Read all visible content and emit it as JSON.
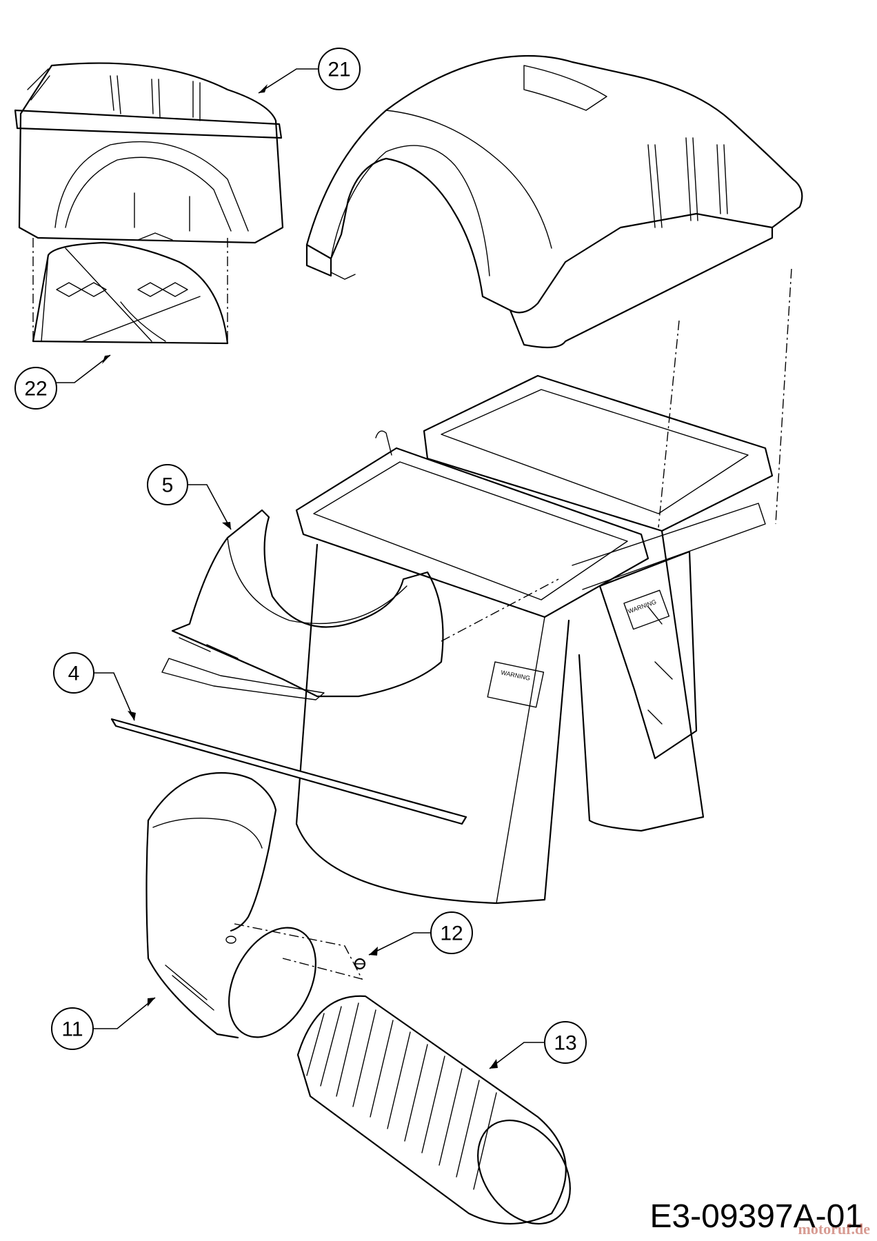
{
  "diagram": {
    "drawing_code": "E3-09397A-01",
    "watermark": "motoruf.de",
    "callouts": [
      {
        "id": "21",
        "label": "21"
      },
      {
        "id": "22",
        "label": "22"
      },
      {
        "id": "5",
        "label": "5"
      },
      {
        "id": "4",
        "label": "4"
      },
      {
        "id": "12",
        "label": "12"
      },
      {
        "id": "11",
        "label": "11"
      },
      {
        "id": "13",
        "label": "13"
      }
    ],
    "decals": [
      {
        "id": "warning-front",
        "label": "WARNING"
      },
      {
        "id": "warning-side",
        "label": "WARNING"
      }
    ]
  }
}
